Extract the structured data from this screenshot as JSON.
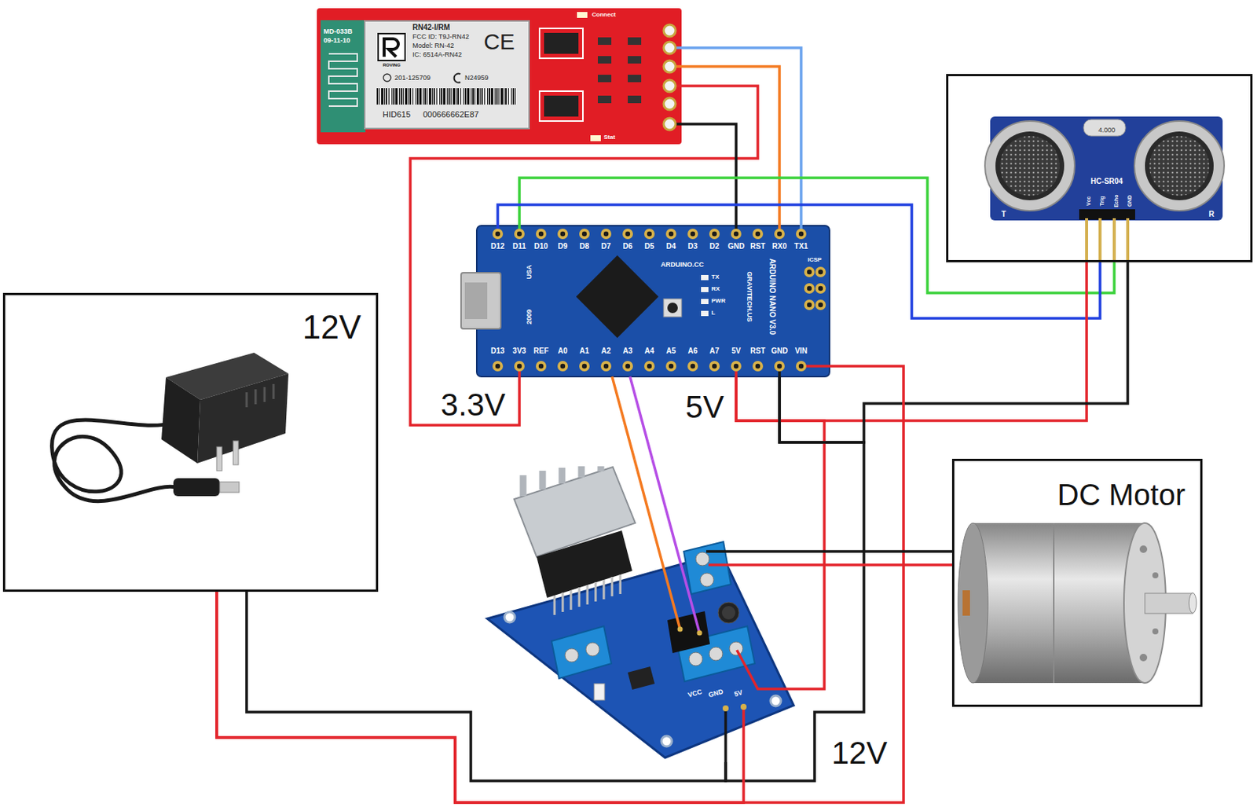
{
  "diagram": {
    "nodes": [
      {
        "text": [
          "MD-033B",
          "09-11-10",
          "ROVING",
          "RN42-I/RM",
          "FCC ID: T9J-RN42",
          "Model: RN-42",
          "IC: 6514A-RN42",
          "CE",
          "201-125709",
          "N24959",
          "HID615",
          "000666662E87",
          "Connect",
          "Stat"
        ]
      },
      {
        "text": [
          "HC-SR04",
          "4.000",
          "T",
          "R",
          "Vcc",
          "Trig",
          "Echo",
          "GND"
        ]
      },
      {
        "text": [
          "D12",
          "D11",
          "D10",
          "D9",
          "D8",
          "D7",
          "D6",
          "D5",
          "D4",
          "D3",
          "D2",
          "GND",
          "RST",
          "RX0",
          "TX1",
          "D13",
          "3V3",
          "REF",
          "A0",
          "A1",
          "A2",
          "A3",
          "A4",
          "A5",
          "A6",
          "A7",
          "5V",
          "RST",
          "GND",
          "VIN",
          "ARDUINO.CC",
          "USA",
          "2009",
          "TX",
          "RX",
          "PWR",
          "L",
          "GRAVITECH.US",
          "ARDUINO NANO V3.0",
          "ICSP"
        ]
      },
      {
        "text": [
          "12V"
        ]
      },
      {
        "text": [
          "DC Motor"
        ]
      },
      {
        "text": [
          "VCC",
          "GND",
          "5V"
        ]
      }
    ],
    "edges": [
      {
        "from": 0,
        "to": 2,
        "arrow": "none"
      },
      {
        "from": 0,
        "to": 2,
        "arrow": "none"
      },
      {
        "from": 0,
        "to": 2,
        "arrow": "none"
      },
      {
        "from": 0,
        "to": 2,
        "arrow": "none"
      },
      {
        "from": 2,
        "to": 1,
        "arrow": "none"
      },
      {
        "from": 2,
        "to": 1,
        "arrow": "none"
      },
      {
        "from": 2,
        "to": 1,
        "arrow": "none"
      },
      {
        "from": 2,
        "to": 1,
        "arrow": "none"
      },
      {
        "from": 2,
        "to": 5,
        "arrow": "none"
      },
      {
        "from": 2,
        "to": 5,
        "arrow": "none"
      },
      {
        "from": 2,
        "to": 5,
        "arrow": "none"
      },
      {
        "from": 2,
        "to": 5,
        "arrow": "none"
      },
      {
        "from": 3,
        "to": 5,
        "arrow": "none"
      },
      {
        "from": 3,
        "to": 5,
        "arrow": "none"
      },
      {
        "from": 3,
        "to": 2,
        "arrow": "none"
      },
      {
        "from": 5,
        "to": 4,
        "arrow": "none"
      },
      {
        "from": 5,
        "to": 4,
        "arrow": "none"
      }
    ],
    "labels": [
      "3.3V",
      "5V",
      "12V"
    ]
  }
}
